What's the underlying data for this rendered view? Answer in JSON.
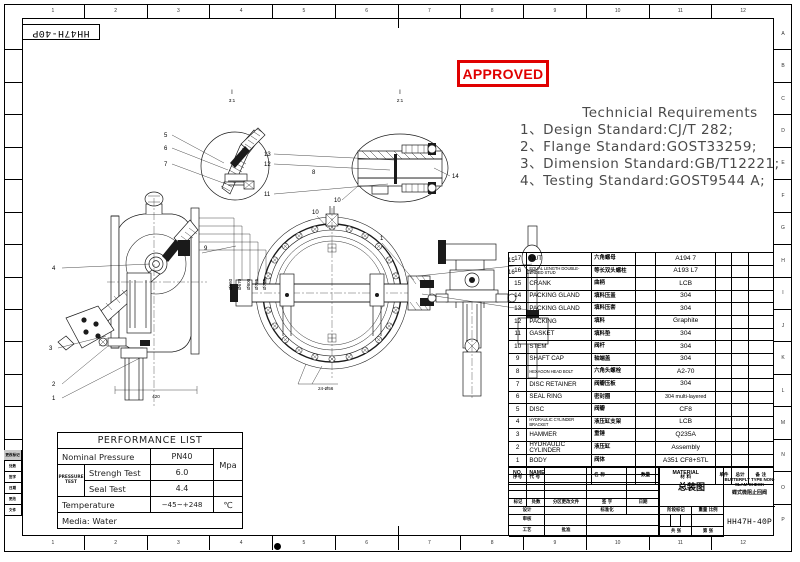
{
  "sheet": {
    "drawing_number_flag": "HH47H-40P",
    "zones_horizontal": [
      "1",
      "2",
      "3",
      "4",
      "5",
      "6",
      "7",
      "8",
      "9",
      "10",
      "11",
      "12"
    ],
    "zones_vertical": [
      "A",
      "B",
      "C",
      "D",
      "E",
      "F",
      "G",
      "H",
      "I",
      "J",
      "K",
      "L",
      "M",
      "N",
      "O",
      "P"
    ]
  },
  "stamp": {
    "label": "APPROVED",
    "color": "#e00000"
  },
  "tech_requirements": {
    "title": "Technicial Requirements",
    "lines": [
      "1、Design Standard:CJ/T 282;",
      "2、Flange Standard:GOST33259;",
      "3、Dimension Standard:GB/T12221;",
      "4、Testing Standard:GOST9544 A;"
    ]
  },
  "detail_views": [
    {
      "id": "left-detail",
      "label": "I",
      "scale": "3:1",
      "callouts": [
        "5",
        "6",
        "7",
        "8"
      ]
    },
    {
      "id": "right-detail",
      "label": "I",
      "scale": "2:1",
      "callouts": [
        "13",
        "12",
        "11",
        "14",
        "10"
      ]
    }
  ],
  "main_view_callouts": [
    "1",
    "2",
    "3",
    "4",
    "9",
    "10",
    "15",
    "16",
    "17"
  ],
  "dimensions": {
    "overall_width": "420",
    "bolt_note": "24-Ø56",
    "stack": [
      "Ø660",
      "Ø670",
      "Ø800",
      "Ø725",
      "Ø745"
    ]
  },
  "parts_list": {
    "headers": {
      "no_en": "NO.",
      "no_cn": "序号",
      "name_en": "NAME",
      "name_cn": "代  号",
      "desc_cn": "名    称",
      "qty_cn": "数量",
      "material_en": "MATERIAL",
      "material_cn": "材    料",
      "c1_cn": "单件",
      "c2_cn": "总计",
      "c1b_cn": "重  量",
      "c3_cn": "备    注"
    },
    "rows": [
      {
        "no": "17",
        "en": "NUT",
        "cn": "六角螺母",
        "qty": "",
        "material": "A194 7",
        "small": false
      },
      {
        "no": "16",
        "en": "EQUAL LENGTH DOUBLE-ENDED STUD",
        "cn": "等长双头螺柱",
        "qty": "",
        "material": "A193 L7",
        "small": true
      },
      {
        "no": "15",
        "en": "CRANK",
        "cn": "曲柄",
        "qty": "",
        "material": "LCB",
        "small": false
      },
      {
        "no": "14",
        "en": "PACKING GLAND",
        "cn": "填料压盖",
        "qty": "",
        "material": "304",
        "small": false
      },
      {
        "no": "13",
        "en": "PACKING GLAND",
        "cn": "填料压套",
        "qty": "",
        "material": "304",
        "small": false
      },
      {
        "no": "12",
        "en": "PACKING",
        "cn": "填料",
        "qty": "",
        "material": "Graphite",
        "small": false
      },
      {
        "no": "11",
        "en": "GASKET",
        "cn": "填料垫",
        "qty": "",
        "material": "304",
        "small": false
      },
      {
        "no": "10",
        "en": "STEM",
        "cn": "阀杆",
        "qty": "",
        "material": "304",
        "small": false
      },
      {
        "no": "9",
        "en": "SHAFT CAP",
        "cn": "轴端盖",
        "qty": "",
        "material": "304",
        "small": false
      },
      {
        "no": "8",
        "en": "HEXAGON HEAD BOLT",
        "cn": "六角头螺栓",
        "qty": "",
        "material": "A2-70",
        "small": true
      },
      {
        "no": "7",
        "en": "DISC RETAINER",
        "cn": "阀瓣压板",
        "qty": "",
        "material": "304",
        "small": false
      },
      {
        "no": "6",
        "en": "SEAL RING",
        "cn": "密封圈",
        "qty": "",
        "material": "304 multi-layered",
        "small": false
      },
      {
        "no": "5",
        "en": "DISC",
        "cn": "阀瓣",
        "qty": "",
        "material": "CF8",
        "small": false
      },
      {
        "no": "4",
        "en": "HYDRAULIC CYLINDER BRACKET",
        "cn": "液压缸支架",
        "qty": "",
        "material": "LCB",
        "small": true
      },
      {
        "no": "3",
        "en": "HAMMER",
        "cn": "重锤",
        "qty": "",
        "material": "Q235A",
        "small": false
      },
      {
        "no": "2",
        "en": "HYDRAULIC CYLINDER",
        "cn": "液压缸",
        "qty": "",
        "material": "Assembly",
        "small": false
      },
      {
        "no": "1",
        "en": "BODY",
        "cn": "阀体",
        "qty": "",
        "material": "A351 CF8+STL",
        "small": false
      }
    ]
  },
  "title_block": {
    "assembly_cn": "总装图",
    "product_name_en": "BUTTERFLY TYPE NON-SLAM CHECK",
    "product_name_cn": "蝶式微阻止回阀",
    "drawing_number": "HH47H-40P",
    "left_labels": {
      "mark_cn": "标记",
      "count_cn": "处数",
      "doc_cn": "分区更改文件",
      "sign_cn": "签  字",
      "date_cn": "日期",
      "design_cn": "设计",
      "std_cn": "标准化",
      "stage_cn": "阶段标记",
      "weight_cn": "重量",
      "scale_cn": "比例",
      "check_cn": "审核",
      "approve_cn": "工艺",
      "approve2_cn": "批准",
      "sheet_cn": "共   张",
      "sheetno_cn": "第   张"
    }
  },
  "performance_list": {
    "title": "PERFORMANCE LIST",
    "rows": [
      {
        "label": "Nominal Pressure",
        "value": "PN40",
        "unit": ""
      },
      {
        "group": "PRESSURE TEST",
        "label": "Strengh Test",
        "value": "6.0",
        "unit": "Mpa"
      },
      {
        "group": "",
        "label": "Seal Test",
        "value": "4.4",
        "unit": ""
      },
      {
        "label": "Temperature",
        "value": "−45~+248",
        "unit": "℃"
      },
      {
        "label": "Media:  Water",
        "value": "",
        "unit": ""
      }
    ]
  },
  "revision_strip": {
    "rows": [
      "更改标记",
      "处数",
      "签字",
      "日期",
      "更改",
      "文件"
    ]
  }
}
